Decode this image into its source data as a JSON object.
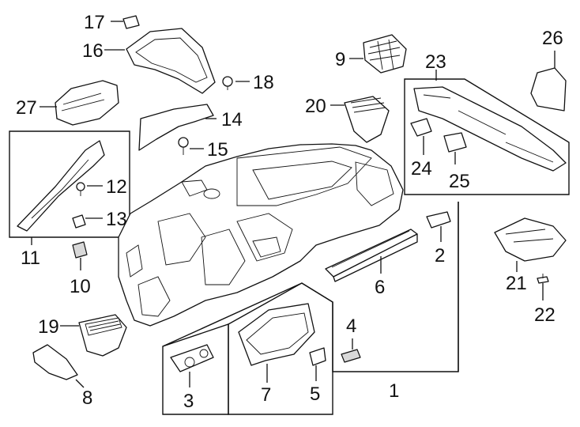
{
  "callouts": {
    "n1": "1",
    "n2": "2",
    "n3": "3",
    "n4": "4",
    "n5": "5",
    "n6": "6",
    "n7": "7",
    "n8": "8",
    "n9": "9",
    "n10": "10",
    "n11": "11",
    "n12": "12",
    "n13": "13",
    "n14": "14",
    "n15": "15",
    "n16": "16",
    "n17": "17",
    "n18": "18",
    "n19": "19",
    "n20": "20",
    "n21": "21",
    "n22": "22",
    "n23": "23",
    "n24": "24",
    "n25": "25",
    "n26": "26",
    "n27": "27"
  },
  "colors": {
    "line": "#111111",
    "background": "#ffffff",
    "shade": "#d9d9d9"
  }
}
